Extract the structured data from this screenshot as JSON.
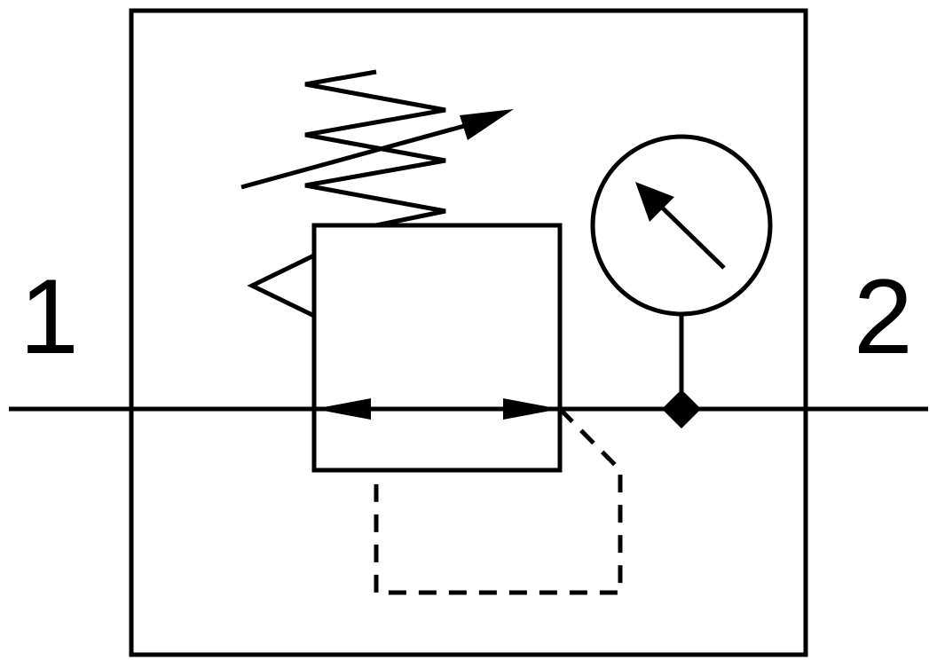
{
  "ports": {
    "inlet_label": "1",
    "outlet_label": "2"
  },
  "symbol": {
    "components": [
      "enclosure",
      "adjustable-spring",
      "regulator-valve-body",
      "pressure-gauge",
      "pilot-line",
      "flow-arrows",
      "junction-dot"
    ]
  },
  "colors": {
    "line": "#000000",
    "background": "#ffffff"
  }
}
